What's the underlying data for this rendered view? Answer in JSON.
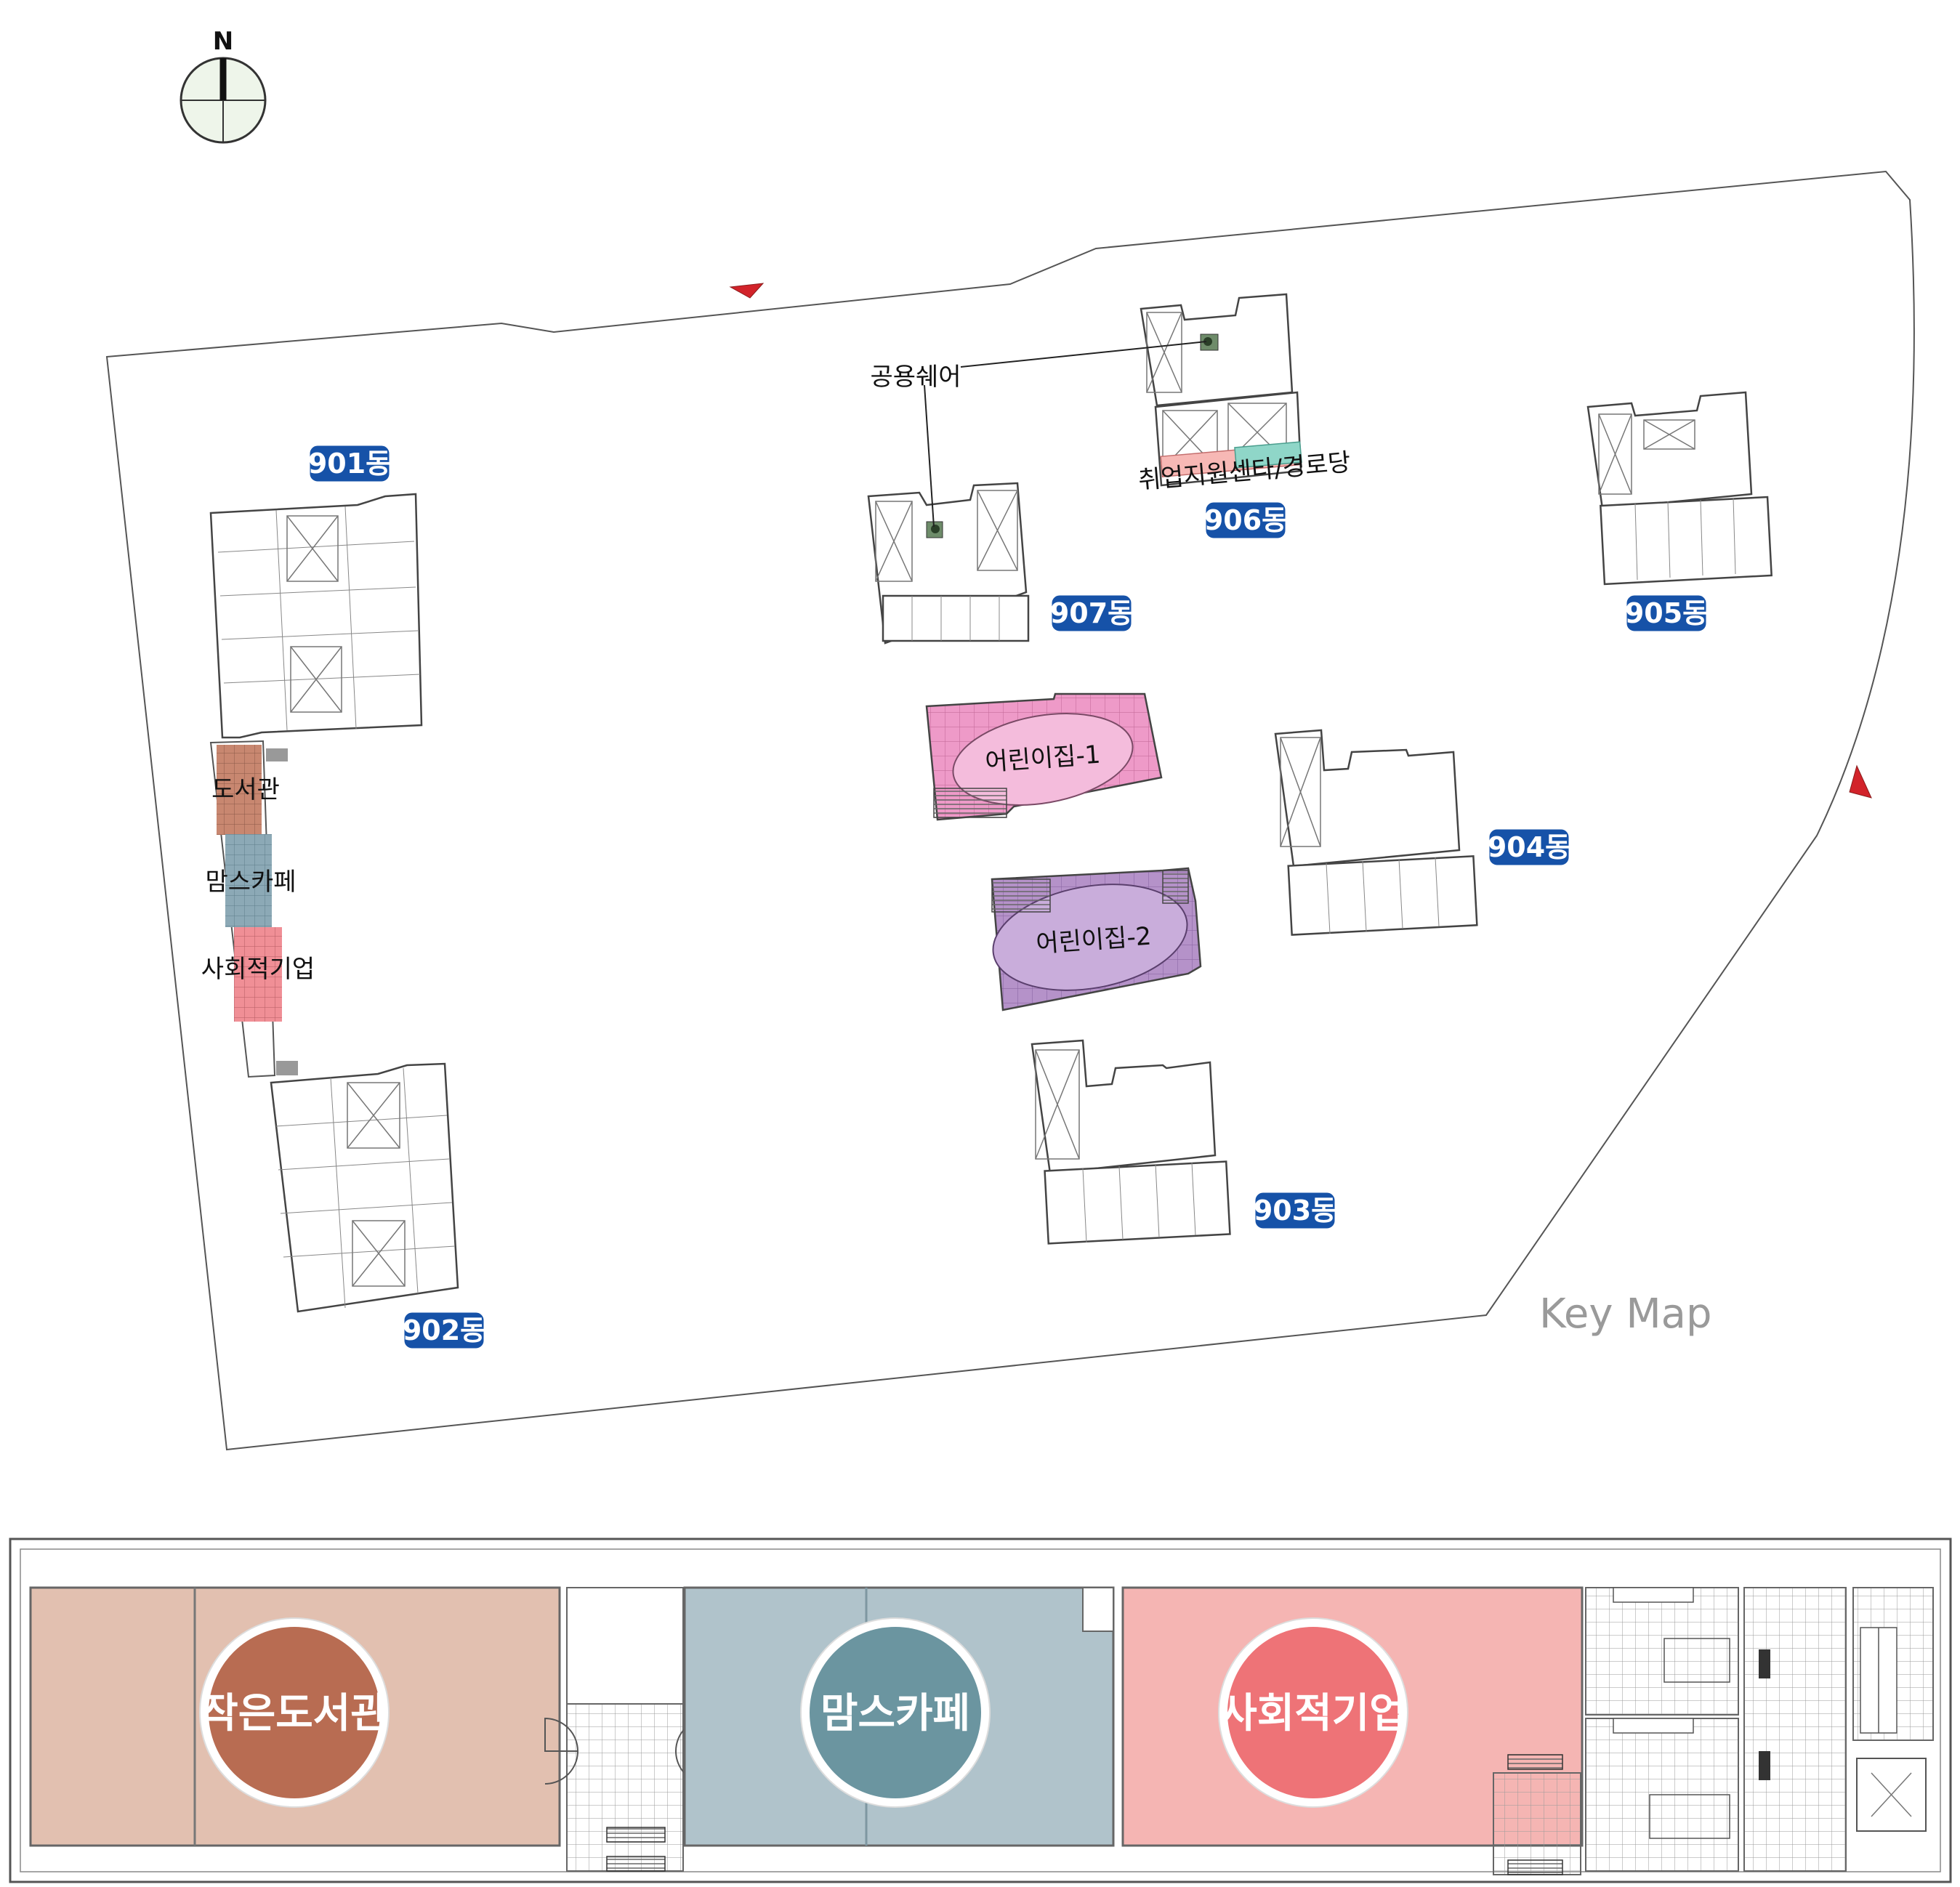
{
  "compass": {
    "label": "N"
  },
  "key_map_label": "Key Map",
  "buildings": [
    {
      "id": "901",
      "label": "901동"
    },
    {
      "id": "902",
      "label": "902동"
    },
    {
      "id": "903",
      "label": "903동"
    },
    {
      "id": "904",
      "label": "904동"
    },
    {
      "id": "905",
      "label": "905동"
    },
    {
      "id": "906",
      "label": "906동"
    },
    {
      "id": "907",
      "label": "907동"
    }
  ],
  "facility_labels": {
    "shared_share": "공용쉐어",
    "job_center": "취업지원센타/경로당",
    "library": "도서관",
    "moms_cafe": "맘스카페",
    "social_enterprise": "사회적기업",
    "daycare_1": "어린이집-1",
    "daycare_2": "어린이집-2"
  },
  "floor_plan": {
    "rooms": [
      {
        "label": "작은도서관",
        "color": "#b86c52",
        "fill": "#e2c0b0"
      },
      {
        "label": "맘스카페",
        "color": "#6b95a0",
        "fill": "#b0c3cb"
      },
      {
        "label": "사회적기업",
        "color": "#ee7377",
        "fill": "#f5b5b3"
      }
    ]
  },
  "colors": {
    "badge_blue": "#1652a8",
    "daycare_pink": "#ee9ac8",
    "daycare_purple": "#b592c9",
    "library_brown": "#c88770",
    "cafe_blue": "#8ca9b6",
    "enterprise_pink": "#f08f96",
    "marker_red": "#d2232a"
  }
}
